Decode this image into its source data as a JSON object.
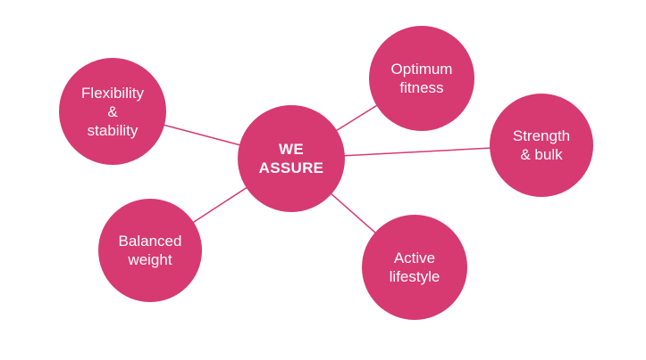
{
  "colors": {
    "node_fill": "#d63a70",
    "link": "#d63a70",
    "text": "#ffffff",
    "background": "#ffffff"
  },
  "diagram": {
    "center": {
      "label": "WE ASSURE"
    },
    "nodes": [
      {
        "id": "flexibility",
        "label": "Flexibility\n&\nstability"
      },
      {
        "id": "optimum",
        "label": "Optimum\nfitness"
      },
      {
        "id": "strength",
        "label": "Strength\n& bulk"
      },
      {
        "id": "balanced",
        "label": "Balanced\nweight"
      },
      {
        "id": "active",
        "label": "Active\nlifestyle"
      }
    ]
  }
}
